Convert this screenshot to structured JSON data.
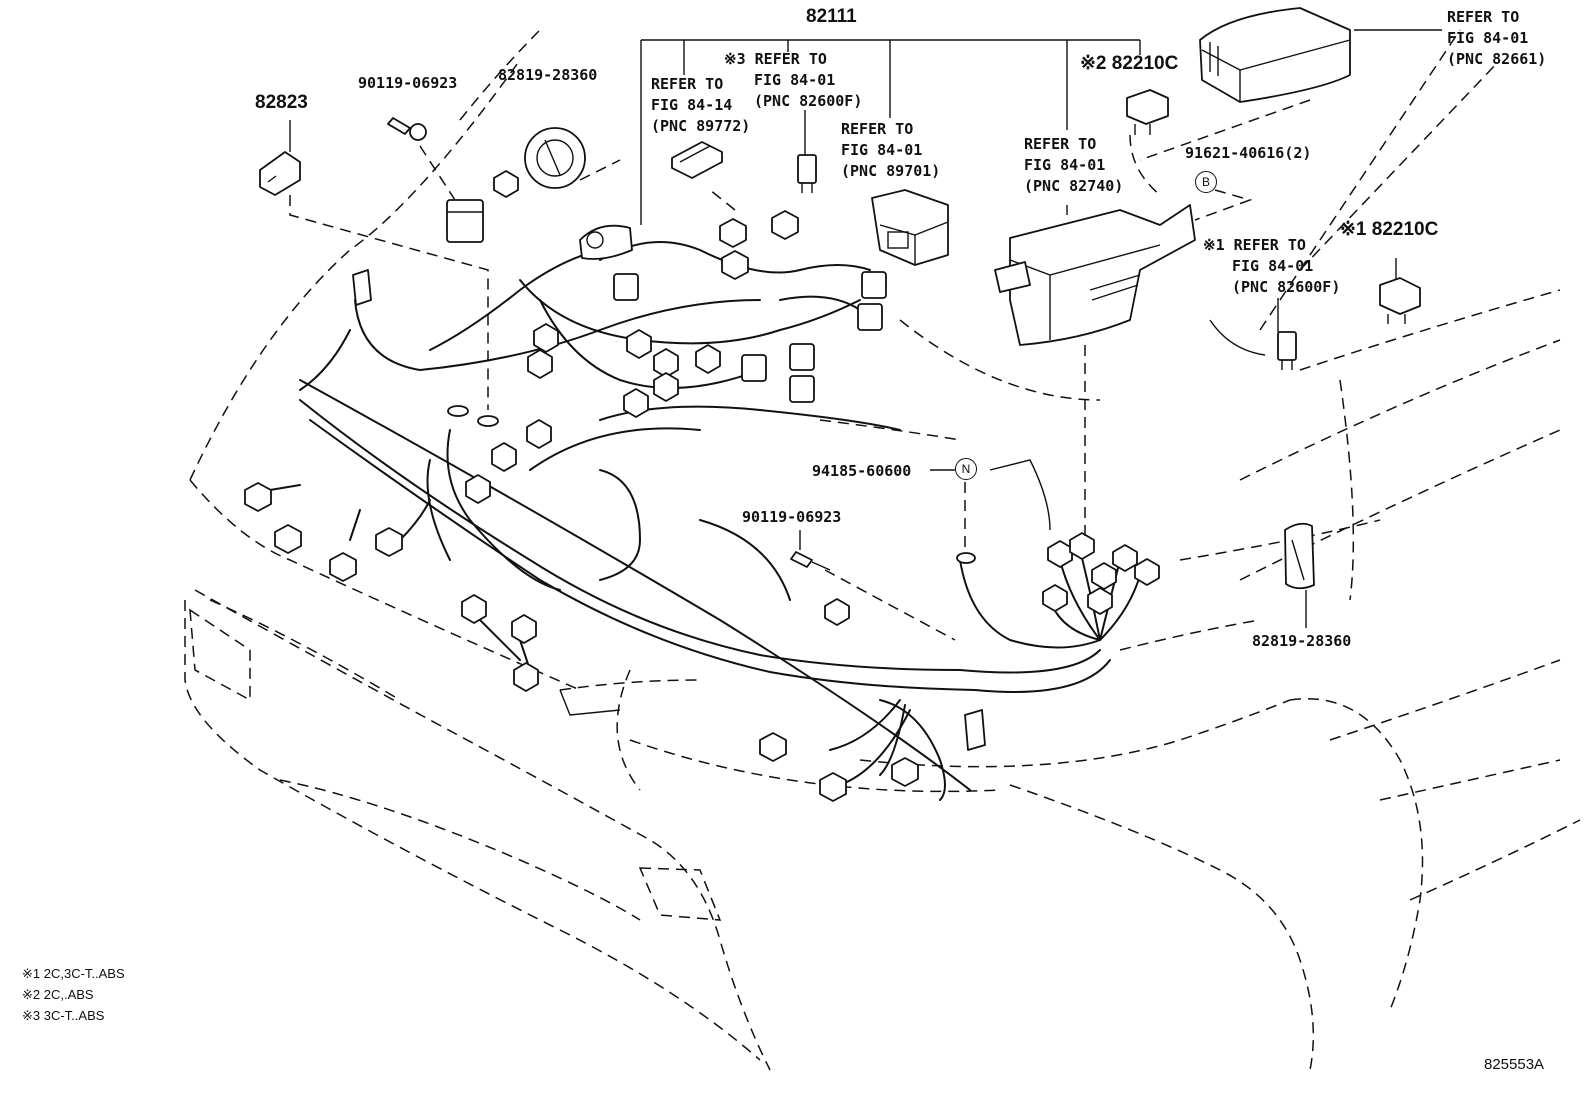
{
  "diagram": {
    "main_part": "82111",
    "labels": {
      "p82823": "82823",
      "p90119_top": "90119-06923",
      "p82819_top": "82819-28360",
      "refer_84_14": [
        "REFER TO",
        "FIG 84-14",
        "(PNC 89772)"
      ],
      "refer_82600F_mid": [
        "※3 REFER TO",
        "FIG 84-01",
        "(PNC 82600F)"
      ],
      "refer_89701": [
        "REFER TO",
        "FIG 84-01",
        "(PNC 89701)"
      ],
      "p82210C_2": "※2 82210C",
      "refer_82740": [
        "REFER TO",
        "FIG 84-01",
        "(PNC 82740)"
      ],
      "refer_82661": [
        "REFER TO",
        "FIG 84-01",
        "(PNC 82661)"
      ],
      "p91621": "91621-40616(2)",
      "circle_b": "B",
      "refer_82600F_right": [
        "※1 REFER TO",
        "FIG 84-01",
        "(PNC 82600F)"
      ],
      "p82210C_1": "※1 82210C",
      "p94185": "94185-60600",
      "circle_n": "N",
      "p90119_mid": "90119-06923",
      "p82819_right": "82819-28360"
    },
    "notes": [
      "※1 2C,3C-T..ABS",
      "※2 2C,.ABS",
      "※3 3C-T..ABS"
    ],
    "figure_id": "825553A"
  }
}
